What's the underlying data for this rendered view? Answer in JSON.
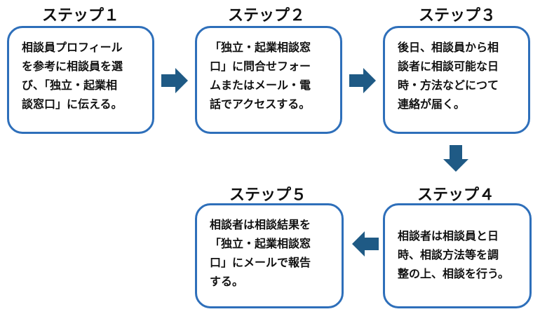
{
  "colors": {
    "box_border": "#2e6fba",
    "arrow_fill": "#1f5a85"
  },
  "steps": [
    {
      "title": "ステップ１",
      "text": " 相談員プロフィール\nを参考に相談員を選\nび、「独立・起業相\n談窓口」に伝える。"
    },
    {
      "title": "ステップ２",
      "text": "「独立・起業相談窓\n口」に問合せフォー\nムまたはメール・電\n話でアクセスする。"
    },
    {
      "title": "ステップ３",
      "text": "後日、相談員から相\n談者に相談可能な日\n時・方法などにつて\n連絡が届く。"
    },
    {
      "title": "ステップ４",
      "text": "相談者は相談員と日\n時、相談方法等を調\n整の上、相談を行う。"
    },
    {
      "title": "ステップ５",
      "text": "相談者は相談結果を\n「独立・起業相談窓\n口」にメールで報告\nする。"
    }
  ],
  "arrows": [
    {
      "name": "arrow-step1-to-step2",
      "direction": "right"
    },
    {
      "name": "arrow-step2-to-step3",
      "direction": "right"
    },
    {
      "name": "arrow-step3-to-step4",
      "direction": "down"
    },
    {
      "name": "arrow-step4-to-step5",
      "direction": "left"
    }
  ]
}
